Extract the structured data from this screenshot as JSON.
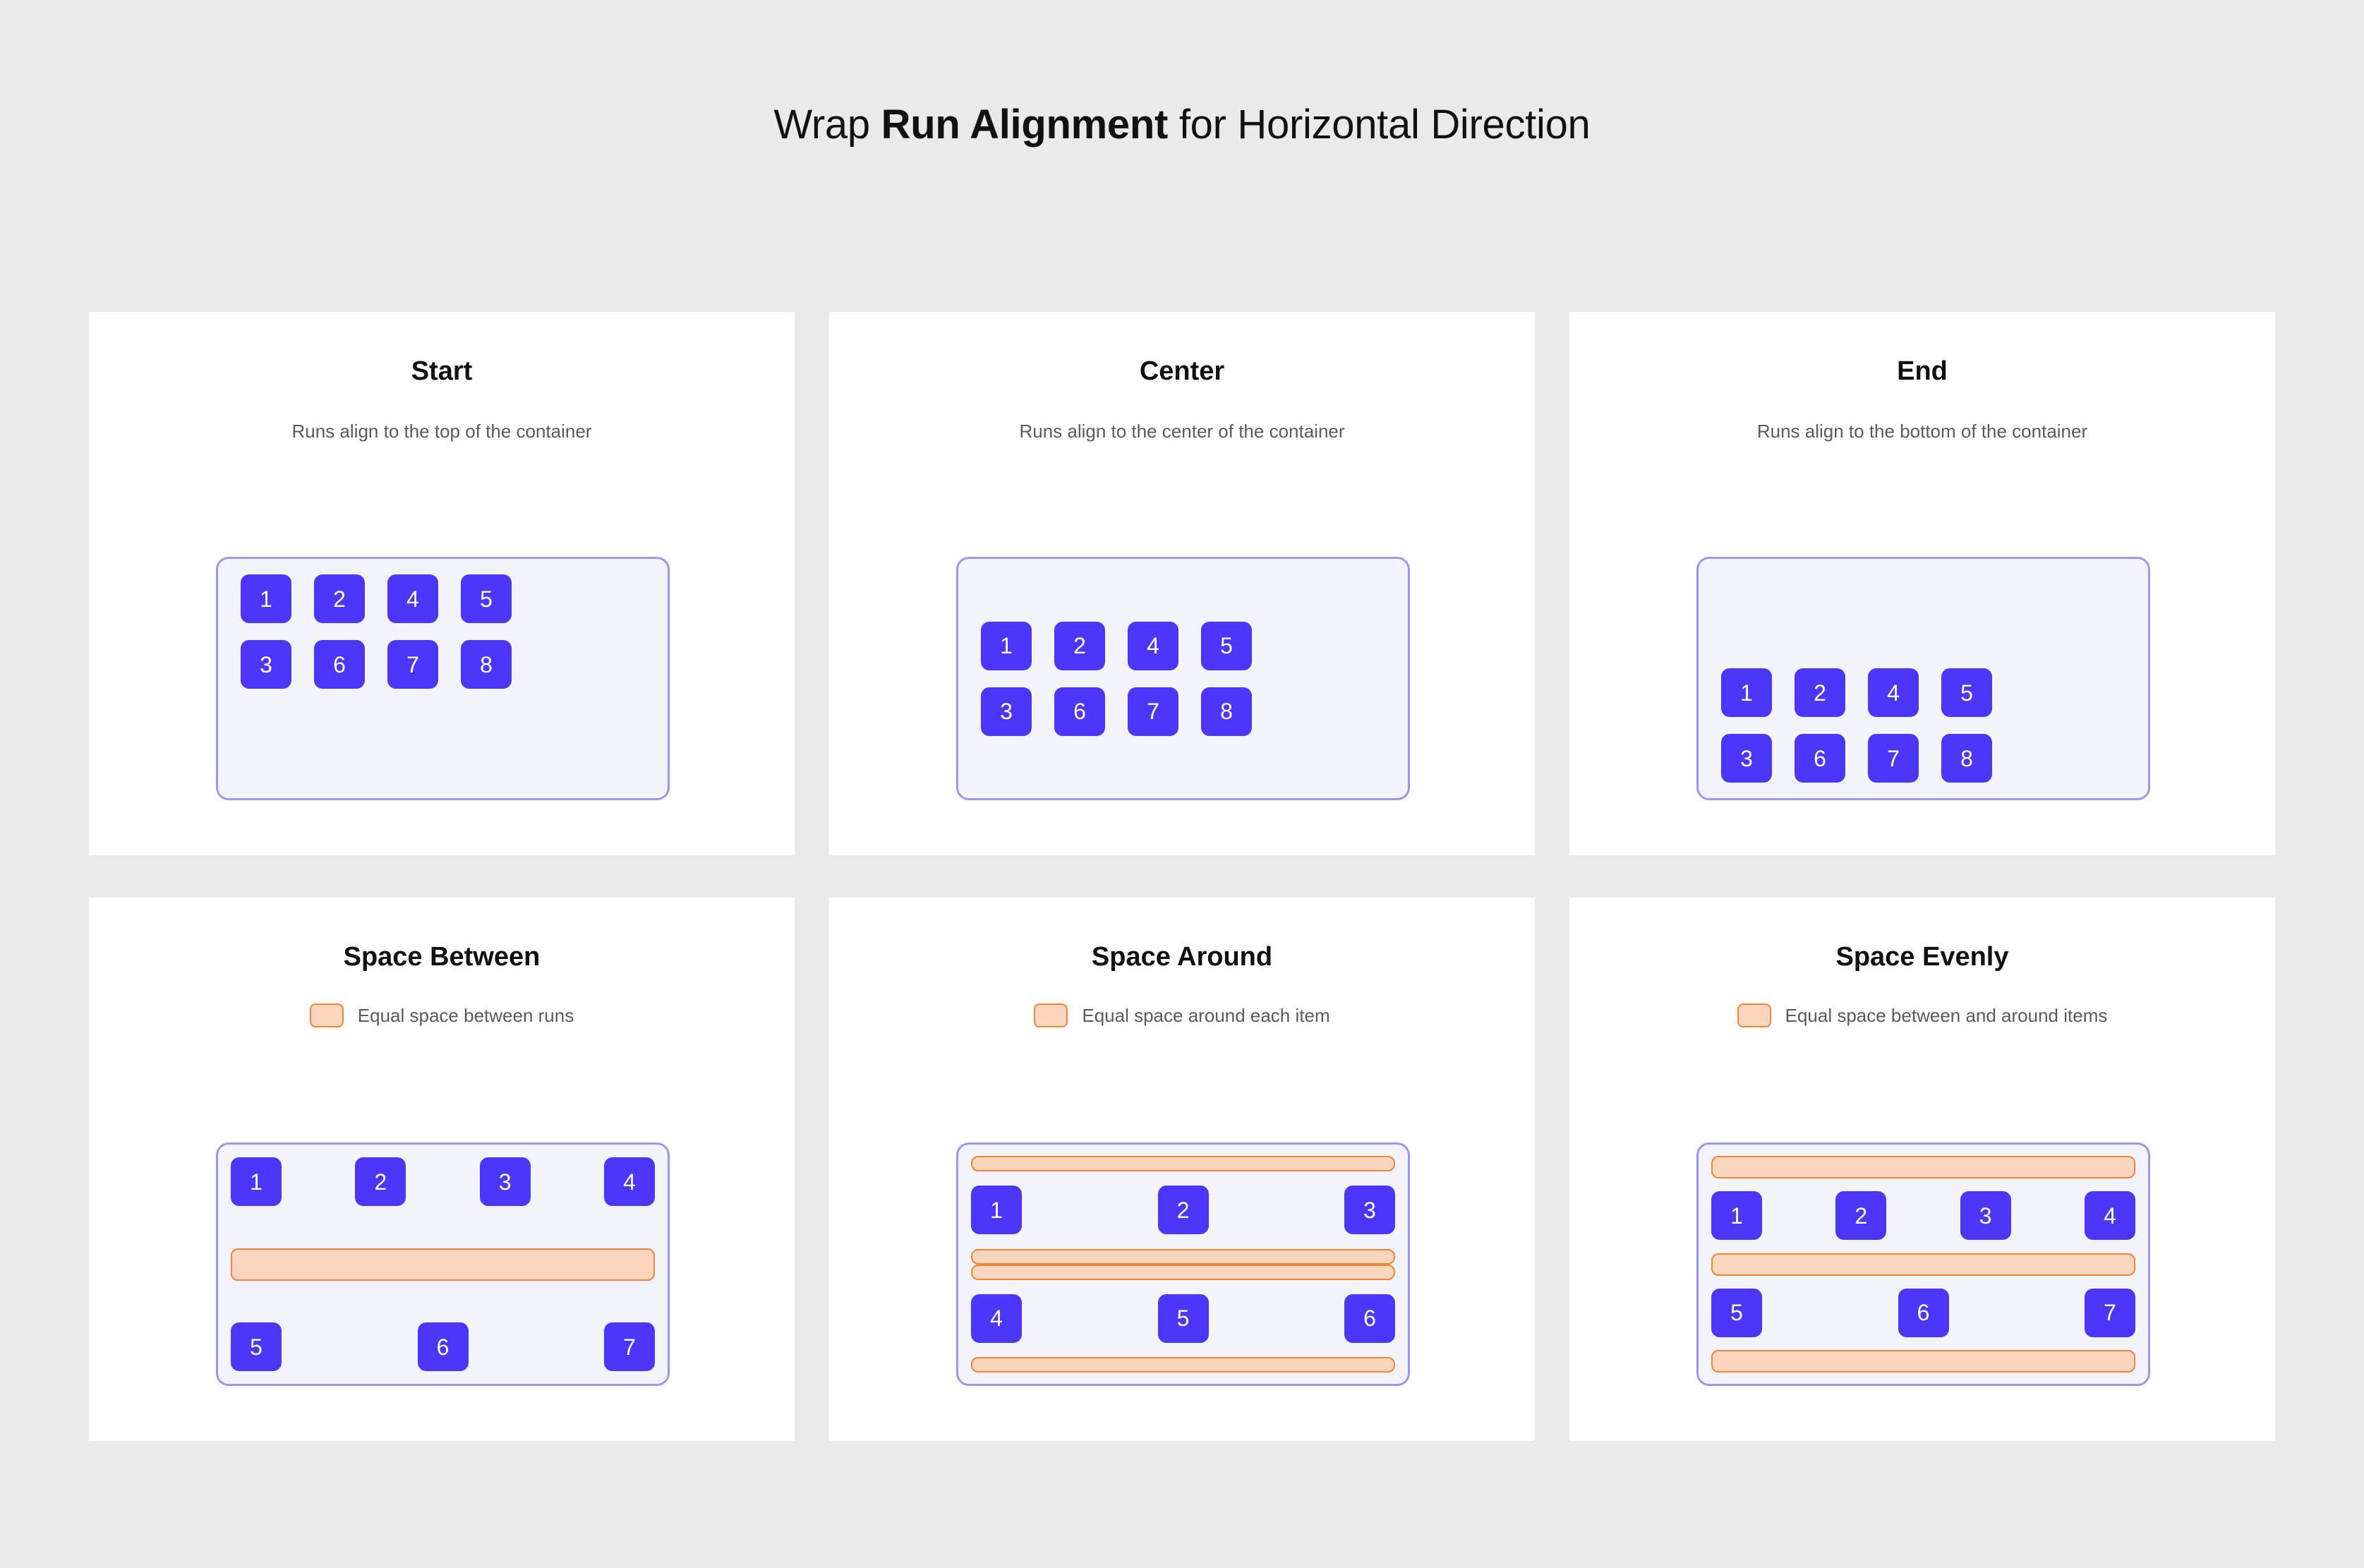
{
  "page": {
    "title_prefix": "Wrap ",
    "title_bold": "Run Alignment",
    "title_suffix": " for Horizontal Direction",
    "background_color": "#EAEAEA"
  },
  "colors": {
    "item_blue": "#4A37F7",
    "container_fill": "#F3F3FC",
    "container_border": "#9A97ED",
    "spacer_fill": "#FBD6BE",
    "spacer_border": "#F4843B",
    "card_background": "#FFFFFF",
    "title_text": "#111111",
    "subtitle_text": "#5A5A5A"
  },
  "cards": [
    {
      "id": "start",
      "title": "Start",
      "subtitle": "Runs align to the top of the container",
      "has_legend": false,
      "runs": [
        [
          "1",
          "2",
          "4",
          "5"
        ],
        [
          "3",
          "6",
          "7",
          "8"
        ]
      ]
    },
    {
      "id": "center",
      "title": "Center",
      "subtitle": "Runs align to the center of the container",
      "has_legend": false,
      "runs": [
        [
          "1",
          "2",
          "4",
          "5"
        ],
        [
          "3",
          "6",
          "7",
          "8"
        ]
      ]
    },
    {
      "id": "end",
      "title": "End",
      "subtitle": "Runs align to the bottom of the container",
      "has_legend": false,
      "runs": [
        [
          "1",
          "2",
          "4",
          "5"
        ],
        [
          "3",
          "6",
          "7",
          "8"
        ]
      ]
    },
    {
      "id": "space-between",
      "title": "Space Between",
      "subtitle": "Equal space between runs",
      "has_legend": true,
      "runs": [
        [
          "1",
          "2",
          "3",
          "4"
        ],
        [
          "5",
          "6",
          "7"
        ]
      ]
    },
    {
      "id": "space-around",
      "title": "Space Around",
      "subtitle": "Equal space around each item",
      "has_legend": true,
      "runs": [
        [
          "1",
          "2",
          "3"
        ],
        [
          "4",
          "5",
          "6"
        ]
      ]
    },
    {
      "id": "space-evenly",
      "title": "Space Evenly",
      "subtitle": "Equal space between and around items",
      "has_legend": true,
      "runs": [
        [
          "1",
          "2",
          "3",
          "4"
        ],
        [
          "5",
          "6",
          "7"
        ]
      ]
    }
  ]
}
